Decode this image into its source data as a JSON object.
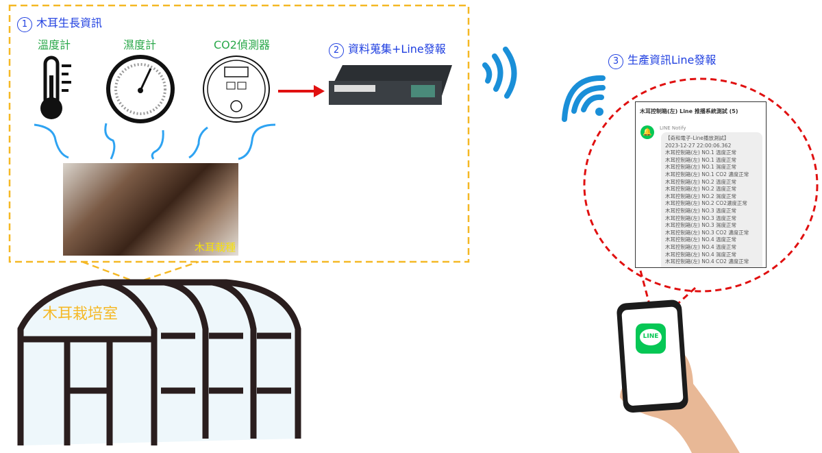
{
  "section1": {
    "number": "1",
    "title": "木耳生長資訊",
    "sensors": [
      "溫度計",
      "濕度計",
      "CO2偵測器"
    ],
    "photo_label": "木耳栽種"
  },
  "section2": {
    "number": "2",
    "title": "資料蒐集+Line發報"
  },
  "section3": {
    "number": "3",
    "title": "生產資訊Line發報"
  },
  "greenhouse": {
    "label": "木耳栽培室"
  },
  "phone": {
    "app_label": "LINE"
  },
  "notification": {
    "chat_title": "木耳控制箱(左) Line 推播系統測試 (5)",
    "sender": "LINE Notify",
    "header": "【奇和電子-Line播放測試】",
    "timestamp": "2023-12-27 22:00:06.362",
    "lines": [
      "木耳控制箱(左) NO.1 溫度正常",
      "木耳控制箱(左) NO.1 溫度正常",
      "木耳控制箱(左) NO.1 濕度正常",
      "木耳控制箱(左) NO.1 CO2 濃度正常",
      "木耳控制箱(左) NO.2 溫度正常",
      "木耳控制箱(左) NO.2 溫度正常",
      "木耳控制箱(左) NO.2 濕度正常",
      "木耳控制箱(左) NO.2 CO2濃度正常",
      "木耳控制箱(左) NO.3 溫度正常",
      "木耳控制箱(左) NO.3 溫度正常",
      "木耳控制箱(左) NO.3 濕度正常",
      "木耳控制箱(左) NO.3 CO2 濃度正常",
      "木耳控制箱(左) NO.4 溫度正常",
      "木耳控制箱(左) NO.4 溫度正常",
      "木耳控制箱(左) NO.4 濕度正常",
      "木耳控制箱(左) NO.4 CO2 濃度正常"
    ]
  },
  "colors": {
    "dashed_box": "#f5b824",
    "accent_blue": "#1f3fe0",
    "green": "#2aa84a",
    "arrow": "#e01010",
    "wifi": "#1a8fd8",
    "line_green": "#06c755"
  }
}
